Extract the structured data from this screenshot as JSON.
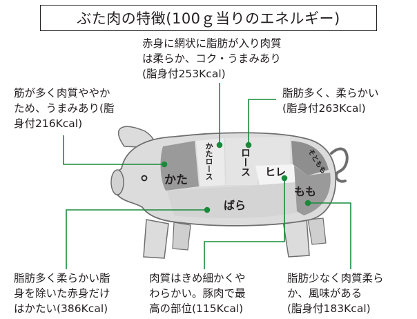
{
  "title": "ぶた肉の特徴(100ｇ当りのエネルギー)",
  "parts": {
    "kata": "かた",
    "katarosu": "かたロース",
    "rosu": "ロース",
    "hire": "ヒレ",
    "momo": "もも",
    "sotomomo": "そともも",
    "bara": "ばら"
  },
  "notes": {
    "katarosu": [
      "赤身に網状に脂肪が入り肉質",
      "は柔らか、コク・うまみあり",
      "(脂身付253Kcal)"
    ],
    "kata": [
      "筋が多く肉質ややか",
      "ため、うまみあり(脂",
      "身付216Kcal)"
    ],
    "rosu": [
      "脂肪多く、柔らかい",
      "(脂身付263Kcal)"
    ],
    "bara": [
      "脂肪多く柔らかい脂",
      "身を除いた赤身だけ",
      "はかたい(386Kcal)"
    ],
    "hire": [
      "肉質はきめ細かくや",
      "わらかい。豚肉で最",
      "高の部位(115Kcal)"
    ],
    "momo": [
      "脂肪少なく肉質柔ら",
      "か、風味がある",
      "(脂身付183Kcal)"
    ]
  },
  "colors": {
    "body": "#dcdcdc",
    "outline": "#6e6e6e",
    "dark_cut": "#9a9a9a",
    "light_cut": "#ebebeb",
    "leader": "#1a8a3a",
    "text": "#231f20"
  }
}
